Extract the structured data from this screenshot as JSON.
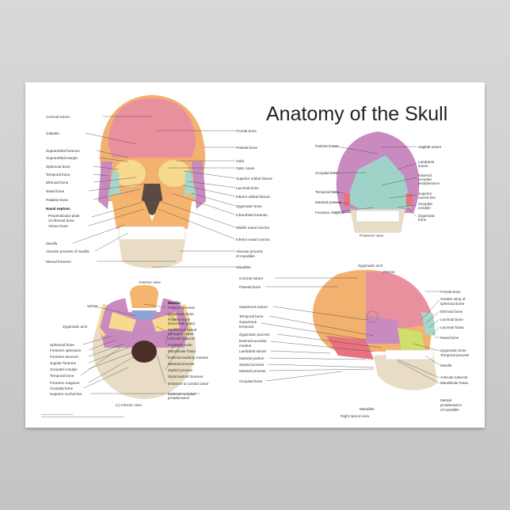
{
  "title": "Anatomy of the Skull",
  "colors": {
    "frontal": "#e9909f",
    "parietal": "#f2b16f",
    "sphenoid": "#c98bbf",
    "nasal_ethmoid": "#a6d6cc",
    "maxilla": "#f5b56e",
    "zygomatic": "#f7d98f",
    "mandible": "#e8dcc4",
    "teeth": "#ffffff",
    "occipital": "#9fd3c7",
    "temporal": "#e8727f"
  },
  "anterior": {
    "caption": "Anterior view",
    "left": [
      "Coronal suture",
      "Glabella",
      "Supraorbital foramen",
      "Supraorbital margin",
      "Sphenoid bone",
      "Temporal bone",
      "Ethmoid bone",
      "Nasal bone",
      "Palatine bone",
      "Nasal septum:",
      "Perpendicular plate",
      "of ethmoid bone",
      "Vomer bone",
      "Maxilla",
      "Alveolar process of maxilla",
      "Mental foramen"
    ],
    "right": [
      "Frontal bone",
      "Parietal bone",
      "Orbit",
      "Optic canal",
      "Superior orbital fissure",
      "Lacrimal bone",
      "Inferior orbital fissure",
      "Zygomatic bone",
      "Infraorbital foramen",
      "Middle nasal concha",
      "Inferior nasal concha",
      "Alveolar process",
      "of mandible",
      "Mandible"
    ]
  },
  "posterior": {
    "caption": "Posterior view",
    "left": [
      "Parietal bones",
      "Occipital bone",
      "Temporal bone",
      "Mastoid process",
      "Foramen magnum"
    ],
    "right": [
      "Sagittal suture",
      "Lambdoid",
      "suture",
      "External",
      "occipital",
      "protuberance",
      "Superior",
      "nuchal line",
      "Occipital",
      "condyle",
      "Zygomatic",
      "bone"
    ]
  },
  "lateral": {
    "caption": "Right lateral view",
    "top": [
      "Zygomatic arch",
      "Pterion"
    ],
    "left": [
      "Coronal suture",
      "Parietal bone",
      "Squamous suture",
      "Temporal bone",
      "Squamous",
      "temporal",
      "Zygomatic process",
      "External acoustic",
      "meatus",
      "Lambdoid suture",
      "Mastoid portion",
      "Styloid process",
      "Mastoid process",
      "Occipital bone"
    ],
    "bottom": [
      "Mandible"
    ],
    "right": [
      "Frontal bone",
      "Greater wing of",
      "sphenoid bone",
      "Ethmoid bone",
      "Lacrimal bone",
      "Lacrimal fossa",
      "Nasal bone",
      "Zygomatic bone",
      "Temporal process",
      "Maxilla",
      "Articular tubercle",
      "Mandibular fossa",
      "Mental",
      "protuberance",
      "of mandible"
    ]
  },
  "inferior": {
    "caption": "(c) Inferior view",
    "left": [
      "Vomer",
      "Zygomatic arch",
      "Sphenoid bone",
      "Foramen spinosum",
      "Foramen lacerum",
      "Jugular foramen",
      "Occipital condyle",
      "Temporal bone",
      "Foramen magnum",
      "Occipital bone",
      "Superior nuchal line"
    ],
    "right": [
      "Maxilla:",
      "Palatine process",
      "Zygomatic bone",
      "Palatine bone",
      "(horizontal plate)",
      "Medial and lateral",
      "pterygoid plates",
      "Articular tubercle",
      "Foramen ovale",
      "Mandibular fossa",
      "External auditory meatus",
      "Mastoid process",
      "Styloid process",
      "Stylomastoid foramen",
      "Entrance to carotid canal",
      "External occipital",
      "protuberance"
    ]
  }
}
